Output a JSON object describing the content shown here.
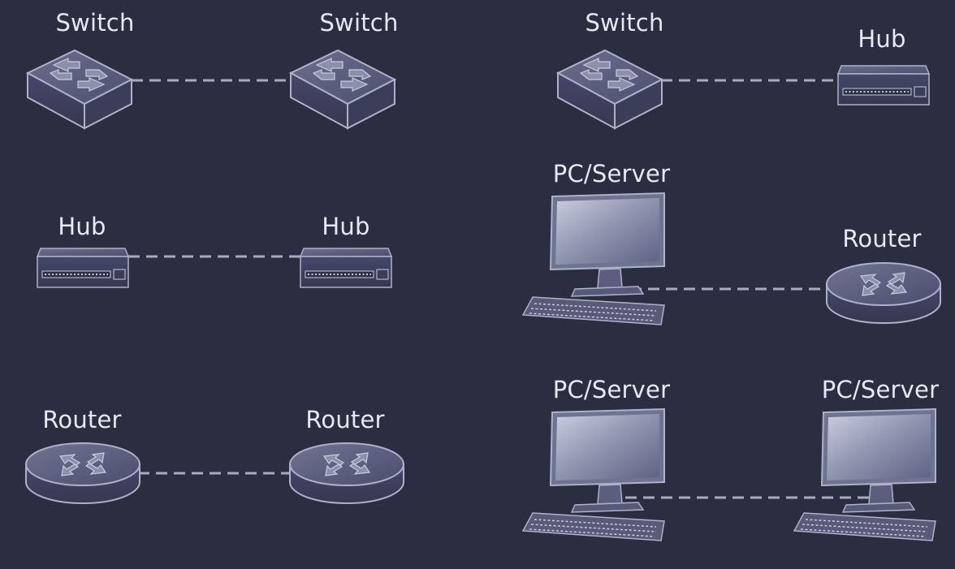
{
  "labels": {
    "switch": "Switch",
    "hub": "Hub",
    "router": "Router",
    "pc_server": "PC/Server"
  },
  "colors": {
    "background": "#2b2d40",
    "device_body": "#4a4e69",
    "device_edge": "#aeb2c8",
    "link": "#a8aac0",
    "label": "#e6e8f2"
  },
  "diagram": {
    "pairs": [
      {
        "a": "Switch",
        "b": "Switch",
        "connection": "dashed"
      },
      {
        "a": "Hub",
        "b": "Hub",
        "connection": "dashed"
      },
      {
        "a": "Router",
        "b": "Router",
        "connection": "dashed"
      },
      {
        "a": "Switch",
        "b": "Hub",
        "connection": "dashed"
      },
      {
        "a": "PC/Server",
        "b": "Router",
        "connection": "dashed"
      },
      {
        "a": "PC/Server",
        "b": "PC/Server",
        "connection": "dashed"
      }
    ]
  }
}
